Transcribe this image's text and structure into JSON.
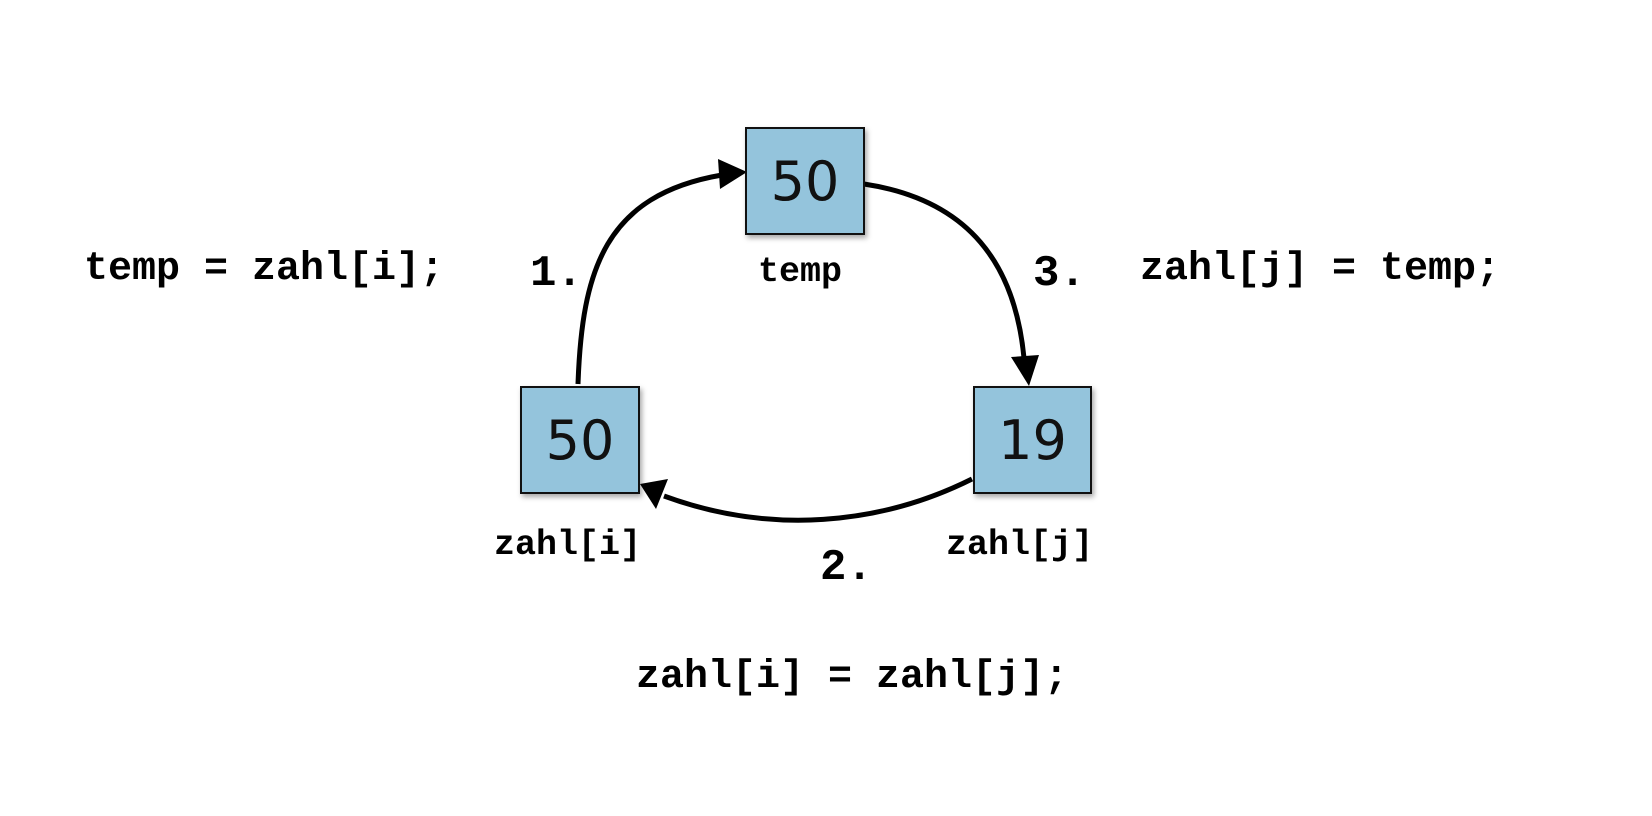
{
  "boxes": {
    "temp": {
      "value": "50",
      "label": "temp"
    },
    "zahl_i": {
      "value": "50",
      "label": "zahl[i]"
    },
    "zahl_j": {
      "value": "19",
      "label": "zahl[j]"
    }
  },
  "steps": {
    "step1": {
      "number": "1.",
      "code": "temp = zahl[i];"
    },
    "step2": {
      "number": "2.",
      "code": "zahl[i] = zahl[j];"
    },
    "step3": {
      "number": "3.",
      "code": "zahl[j] = temp;"
    }
  },
  "colors": {
    "box_fill": "#94c4dc",
    "stroke": "#000000"
  }
}
